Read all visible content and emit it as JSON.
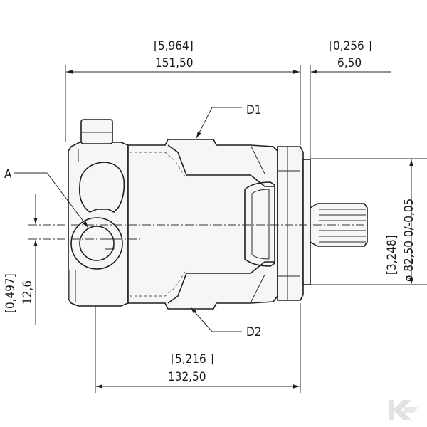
{
  "dimensions": {
    "overall_length_in": "[5,964]",
    "overall_length_mm": "151,50",
    "flange_thickness_in": "[0,256 ]",
    "flange_thickness_mm": "6,50",
    "mount_length_in": "[5,216 ]",
    "mount_length_mm": "132,50",
    "port_offset_in": "[0,497]",
    "port_offset_mm": "12,6",
    "pilot_diameter_in": "[3,248]",
    "pilot_diameter_mm": "ø 82,50 0/-0,05"
  },
  "labels": {
    "port_a": "A",
    "port_d1": "D1",
    "port_d2": "D2"
  },
  "watermark": "K",
  "colors": {
    "line": "#1f1f1f",
    "watermark": "#e4e4e4"
  }
}
